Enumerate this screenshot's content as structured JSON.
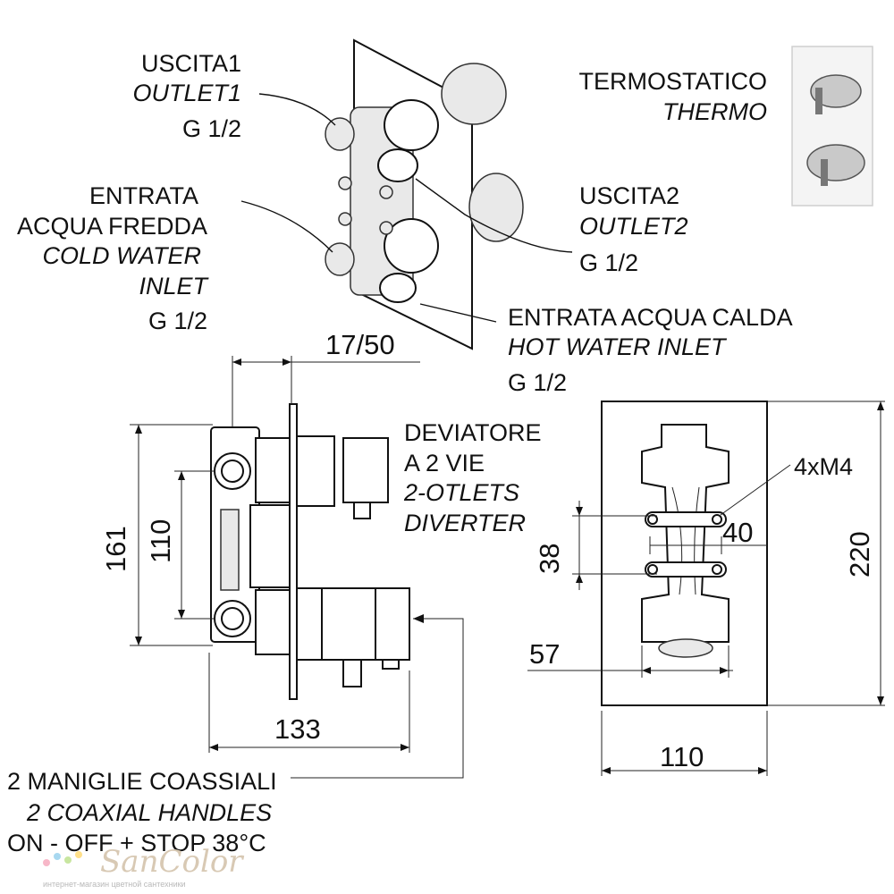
{
  "callouts": {
    "outlet1": {
      "it": "USCITA1",
      "en": "OUTLET1",
      "size": "G 1/2"
    },
    "cold_inlet": {
      "it1": "ENTRATA",
      "it2": "ACQUA FREDDA",
      "en1": "COLD WATER",
      "en2": "INLET",
      "size": "G 1/2"
    },
    "outlet2": {
      "it": "USCITA2",
      "en": "OUTLET2",
      "size": "G 1/2"
    },
    "hot_inlet": {
      "it": "ENTRATA ACQUA CALDA",
      "en": "HOT WATER INLET",
      "size": "G 1/2"
    },
    "thermo": {
      "it": "TERMOSTATICO",
      "en": "THERMO"
    },
    "diverter": {
      "it1": "DEVIATORE",
      "it2": "A 2 VIE",
      "en1": "2-OTLETS",
      "en2": "DIVERTER"
    },
    "handles": {
      "it": "2 MANIGLIE COASSIALI",
      "en": "2 COAXIAL HANDLES",
      "note": "ON - OFF + STOP 38°C"
    },
    "screws": "4xM4"
  },
  "dimensions": {
    "depth_range": "17/50",
    "height_total": "161",
    "inlet_spacing": "110",
    "body_depth": "133",
    "plate_height": "220",
    "plate_width": "110",
    "hole_vertical": "38",
    "hole_horizontal": "40",
    "body_width": "57"
  },
  "watermark": {
    "brand": "SanColor",
    "tagline": "интернет-магазин цветной сантехники"
  }
}
